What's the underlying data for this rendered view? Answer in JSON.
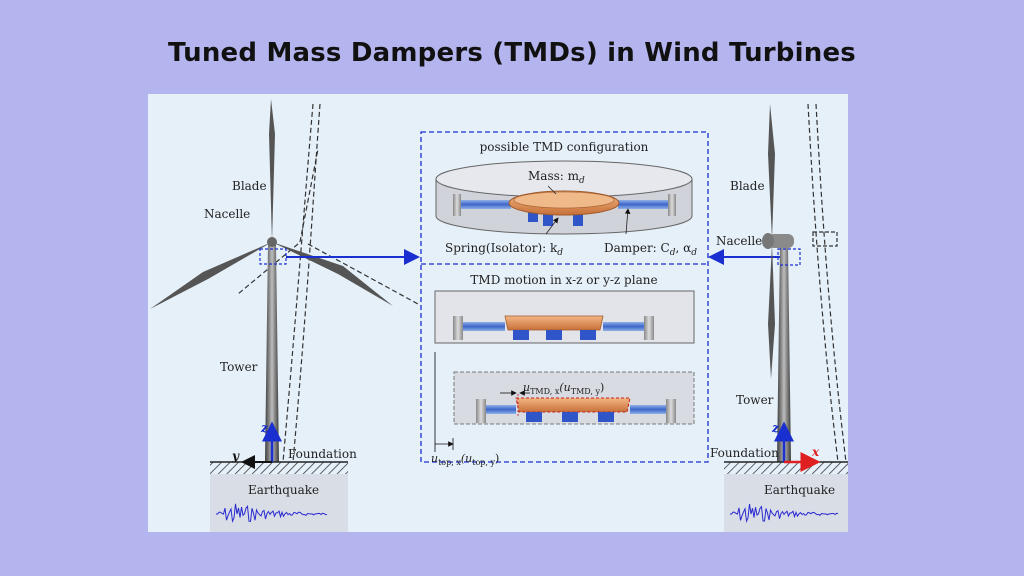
{
  "title": "Tuned Mass Dampers (TMDs) in Wind Turbines",
  "left": {
    "blade": "Blade",
    "nacelle": "Nacelle",
    "tower": "Tower",
    "foundation": "Foundation",
    "earthquake": "Earthquake",
    "axis_z": "z",
    "axis_y": "y"
  },
  "right": {
    "blade": "Blade",
    "nacelle": "Nacelle",
    "tower": "Tower",
    "foundation": "Foundation",
    "earthquake": "Earthquake",
    "axis_z": "z",
    "axis_x": "x"
  },
  "tmd": {
    "config_title": "possible TMD configuration",
    "mass_label": "Mass: m",
    "mass_sub": "d",
    "spring_label": "Spring(Isolator): k",
    "spring_sub": "d",
    "damper_label": "Damper: C",
    "damper_sub": "d",
    "damper_alpha": ", α",
    "motion_title": "TMD motion in x-z or y-z plane",
    "u_tmd": "u",
    "u_tmd_sub": "TMD, x",
    "u_tmd_paren": "(u",
    "u_tmd_sub2": "TMD, y",
    "u_top": "u",
    "u_top_sub": "top, x",
    "u_top_paren": "(u",
    "u_top_sub2": "top, y"
  },
  "colors": {
    "background": "#b4b4ee",
    "panel": "#e6f0f8",
    "accent_blue": "#1a2fd0",
    "mass_orange": "#e39a5a",
    "axis_red": "#e02020"
  }
}
